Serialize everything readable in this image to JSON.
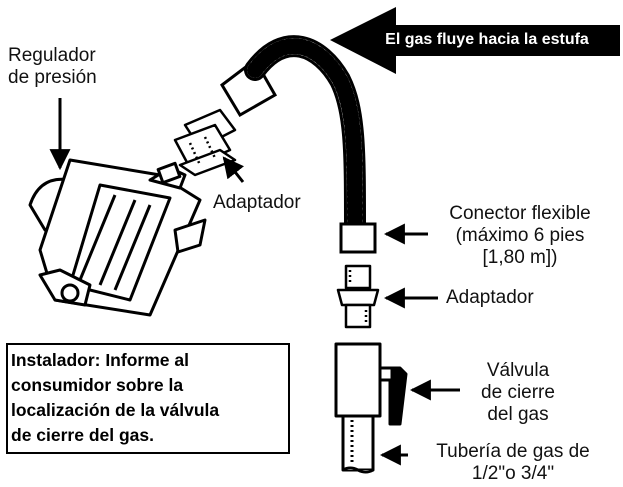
{
  "flow_banner": {
    "text": "El gas fluye hacia la estufa"
  },
  "labels": {
    "regulator": [
      "Regulador",
      "de presión"
    ],
    "adapter_top": "Adaptador",
    "connector": [
      "Conector flexible",
      "(máximo 6 pies",
      "[1,80 m])"
    ],
    "adapter_mid": "Adaptador",
    "valve": [
      "Válvula",
      "de cierre",
      "del gas"
    ],
    "pipe": [
      "Tubería de gas de",
      "1/2\"o 3/4\""
    ]
  },
  "note": {
    "lines": [
      "Instalador: Informe al",
      "consumidor sobre la",
      "localización de la válvula",
      "de cierre del gas."
    ]
  },
  "colors": {
    "ink": "#000000",
    "banner_text": "#ffffff",
    "background": "#ffffff"
  }
}
